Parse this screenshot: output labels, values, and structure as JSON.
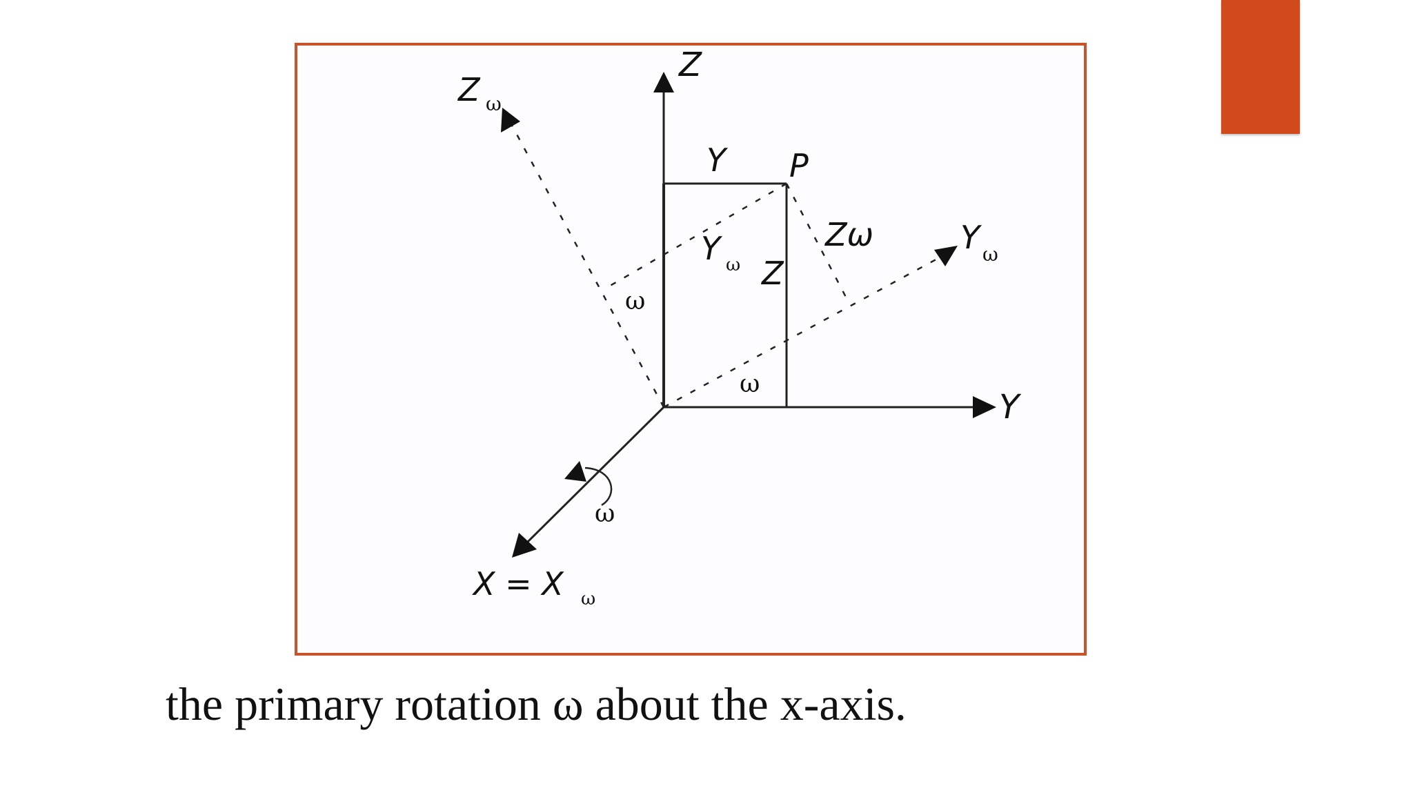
{
  "slide": {
    "accent_color": "#d14a1c",
    "frame_color": "#c9532b",
    "caption": "the primary rotation ω about the x-axis."
  },
  "diagram": {
    "labels": {
      "z_axis": "Z",
      "z_omega_axis": "Z",
      "z_omega_axis_sub": "ω",
      "y_top": "Y",
      "point_p": "P",
      "z_omega_mid": "Zω",
      "y_omega_right": "Y",
      "y_omega_right_sub": "ω",
      "y_omega_inner": "Y",
      "y_omega_inner_sub": "ω",
      "z_vertical": "Z",
      "omega_left": "ω",
      "omega_bottom": "ω",
      "y_axis": "Y",
      "omega_rotation": "ω",
      "x_axis": "X = X",
      "x_axis_sub": "ω"
    }
  }
}
